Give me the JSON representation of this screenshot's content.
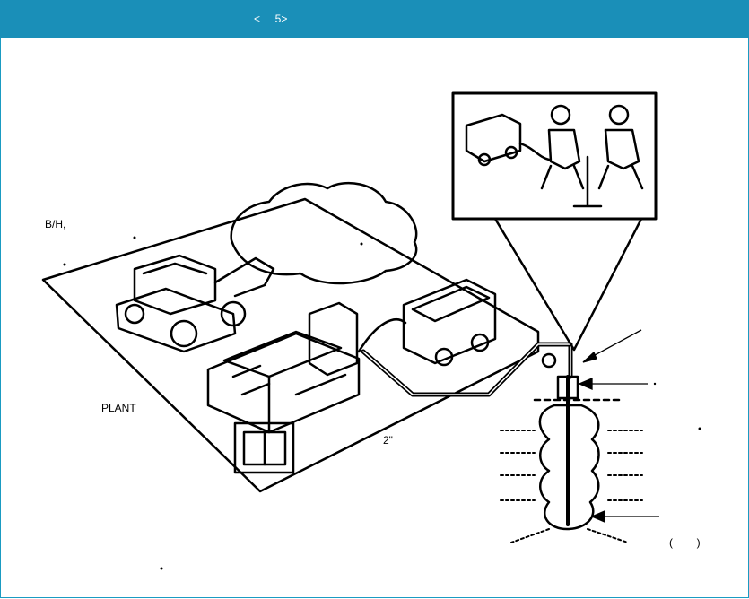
{
  "header": {
    "title": "<     5>"
  },
  "labels": {
    "backhoe": "B/H,",
    "plant": "PLANT",
    "pipe_size": "2\"",
    "bracket": "(        )"
  },
  "colors": {
    "header_bg": "#1a8fb8",
    "header_text": "#ffffff",
    "line": "#000000"
  }
}
